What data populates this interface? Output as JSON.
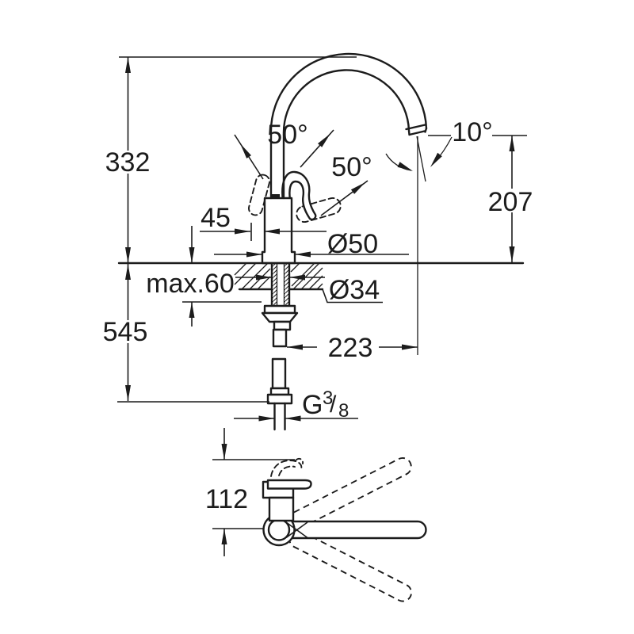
{
  "drawing": {
    "title": "faucet-dimensional-drawing",
    "colors": {
      "line": "#1c1c1c",
      "background": "#ffffff"
    },
    "labels": {
      "height_total": "332",
      "height_below_counter": "545",
      "handle_clearance": "45",
      "counter_max_thickness": "max.60",
      "base_diameter": "Ø50",
      "hole_diameter": "Ø34",
      "spout_reach": "223",
      "spout_height": "207",
      "handle_swing_left": "50°",
      "handle_swing_right": "50°",
      "spout_end_angle": "10°",
      "swivel_view_height": "112",
      "thread": {
        "prefix": "G",
        "numerator": "3",
        "slash": "/",
        "denominator": "8"
      }
    }
  }
}
